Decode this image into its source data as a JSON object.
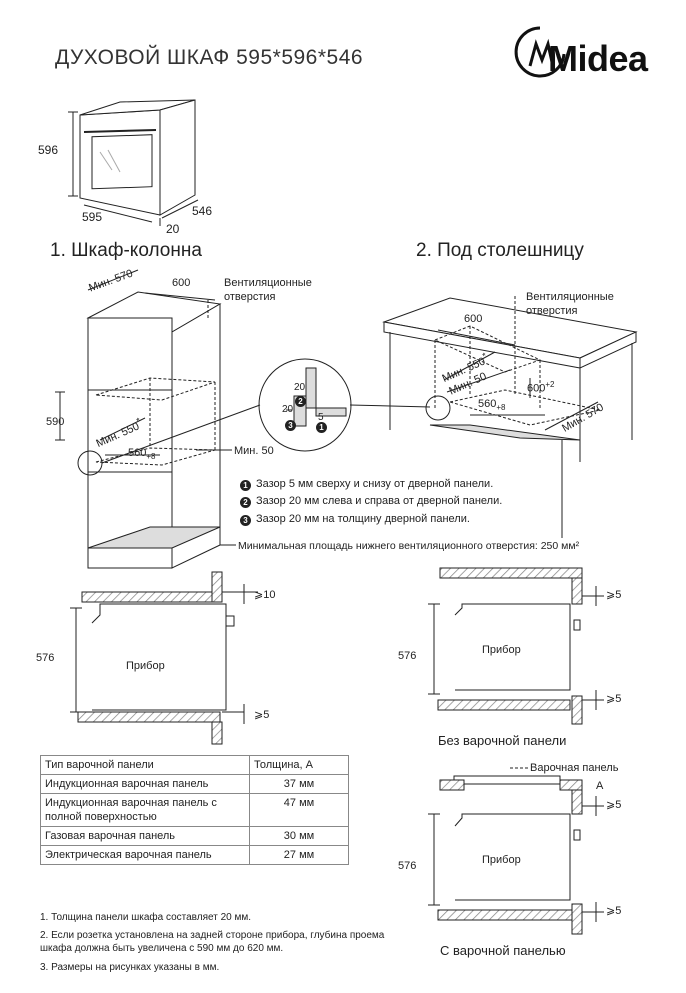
{
  "header": {
    "title": "ДУХОВОЙ ШКАФ 595*596*546",
    "brand": "Midea",
    "brand_color": "#111111"
  },
  "oven_view": {
    "height": "596",
    "width": "595",
    "depth": "546",
    "door": "20"
  },
  "section1": {
    "title": "1.  Шкаф-колонна",
    "min570": "Мин. 570",
    "w600": "600",
    "vent": "Вентиляционные отверстия",
    "h590": "590",
    "min550": "Мин. 550",
    "star": "*",
    "w560": "560",
    "plus8": "+8",
    "min50": "Мин. 50"
  },
  "detail": {
    "g20a": "20",
    "g20b": "20",
    "g5": "5",
    "n1": "1",
    "n2": "2",
    "n3": "3"
  },
  "section2": {
    "title": "2. Под столешницу",
    "vent": "Вентиляционные отверстия",
    "w600": "600",
    "min550": "Мин. 550",
    "star": "*",
    "min50": "Мин. 50",
    "h600": "600",
    "plus2": "+2",
    "w560": "560",
    "plus8": "+8",
    "min570": "Мин. 570"
  },
  "notes": [
    {
      "n": "1",
      "text": "Зазор 5 мм сверху и снизу от дверной панели."
    },
    {
      "n": "2",
      "text": "Зазор 20 мм слева и справа от дверной панели."
    },
    {
      "n": "3",
      "text": "Зазор 20 мм на толщину дверной панели."
    }
  ],
  "min_area": "Минимальная площадь нижнего вентиляционного отверстия: 250 мм²",
  "side_left": {
    "h576": "576",
    "device": "Прибор",
    "ge10": "⩾10",
    "ge5": "⩾5"
  },
  "side_right_top": {
    "h576": "576",
    "device": "Прибор",
    "ge5a": "⩾5",
    "ge5b": "⩾5",
    "caption": "Без варочной панели"
  },
  "side_right_bottom": {
    "panel": "Варочная панель",
    "a": "A",
    "ge5a": "⩾5",
    "ge5b": "⩾5",
    "h576": "576",
    "device": "Прибор",
    "caption": "С варочной панелью"
  },
  "table": {
    "headers": [
      "Тип варочной панели",
      "Толщина, A"
    ],
    "rows": [
      [
        "Индукционная варочная панель",
        "37 мм"
      ],
      [
        "Индукционная варочная панель с полной поверхностью",
        "47 мм"
      ],
      [
        "Газовая варочная панель",
        "30 мм"
      ],
      [
        "Электрическая варочная панель",
        "27 мм"
      ]
    ]
  },
  "footnotes": [
    "1.  Толщина панели шкафа составляет 20 мм.",
    "2.  Если розетка установлена на задней стороне прибора, глубина проема шкафа должна быть увеличена с 590 мм до 620 мм.",
    "3.  Размеры на рисунках указаны в мм."
  ]
}
